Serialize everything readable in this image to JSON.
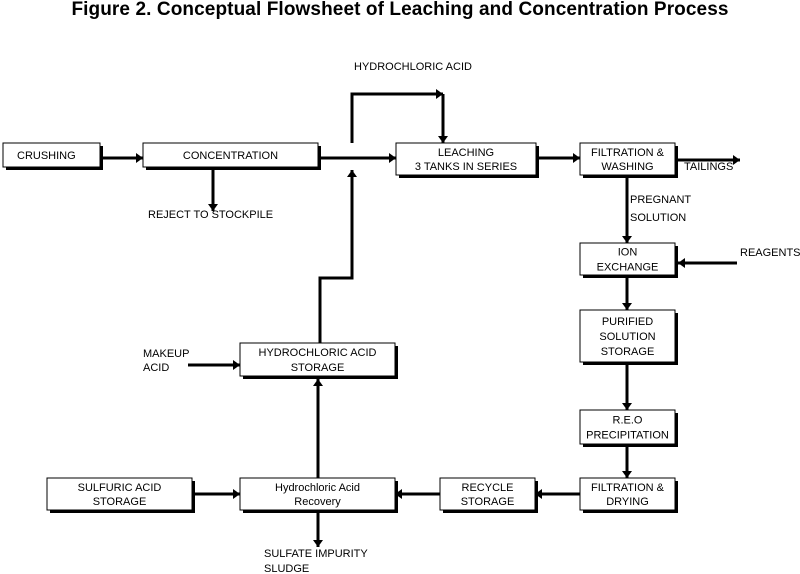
{
  "title": "Figure 2.  Conceptual Flowsheet of Leaching and Concentration Process",
  "boxes": {
    "crushing": [
      "CRUSHING"
    ],
    "concentration": [
      "CONCENTRATION"
    ],
    "leaching": [
      "LEACHING",
      "3 TANKS IN SERIES"
    ],
    "filtration_washing": [
      "FILTRATION &",
      "WASHING"
    ],
    "ion_exchange": [
      "ION",
      "EXCHANGE"
    ],
    "purified_solution_storage": [
      "PURIFIED",
      "SOLUTION",
      "STORAGE"
    ],
    "reo_precipitation": [
      "R.E.O",
      "PRECIPITATION"
    ],
    "filtration_drying": [
      "FILTRATION &",
      "DRYING"
    ],
    "recycle_storage": [
      "RECYCLE",
      "STORAGE"
    ],
    "hcl_recovery": [
      "Hydrochloric Acid",
      "Recovery"
    ],
    "sulfuric_acid_storage": [
      "SULFURIC ACID",
      "STORAGE"
    ],
    "hcl_storage": [
      "HYDROCHLORIC ACID",
      "STORAGE"
    ]
  },
  "labels": {
    "hydrochloric_acid": [
      "HYDROCHLORIC ACID"
    ],
    "reject_to_stockpile": [
      "REJECT TO STOCKPILE"
    ],
    "tailings": [
      "TAILINGS"
    ],
    "pregnant_solution": [
      "PREGNANT",
      "SOLUTION"
    ],
    "reagents": [
      "REAGENTS"
    ],
    "makeup_acid": [
      "MAKEUP",
      "ACID"
    ],
    "sulfate_impurity_sludge": [
      "SULFATE IMPURITY",
      "SLUDGE"
    ]
  }
}
